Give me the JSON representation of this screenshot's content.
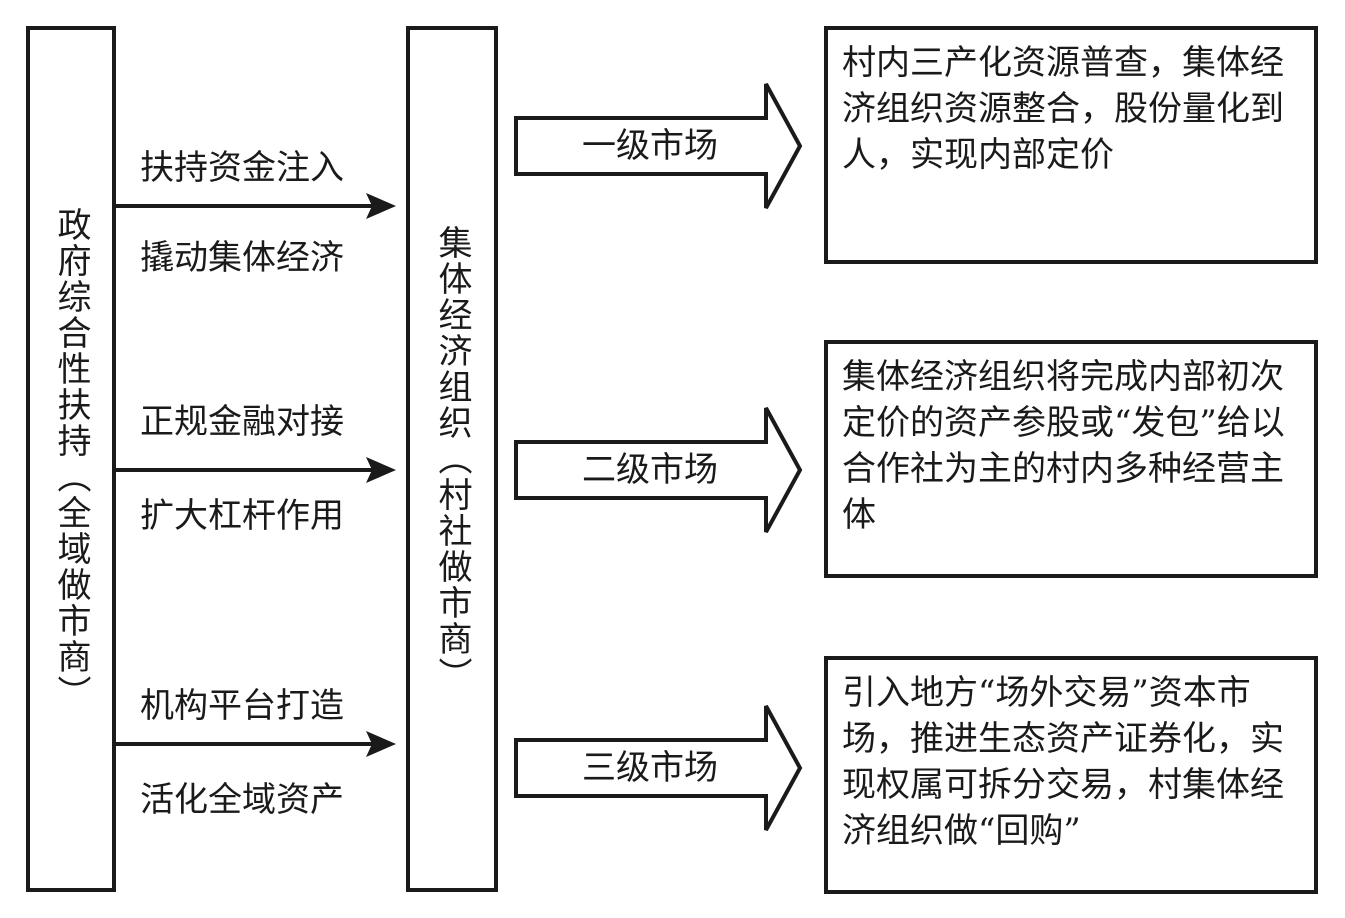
{
  "left_box": {
    "text": "政府综合性扶持（全域做市商）"
  },
  "middle_box": {
    "text": "集体经济组织（村社做市商）"
  },
  "connectors": [
    {
      "top_label": "扶持资金注入",
      "bottom_label": "撬动集体经济"
    },
    {
      "top_label": "正规金融对接",
      "bottom_label": "扩大杠杆作用"
    },
    {
      "top_label": "机构平台打造",
      "bottom_label": "活化全域资产"
    }
  ],
  "markets": [
    {
      "label": "一级市场",
      "description": "村内三产化资源普查，集体经济组织资源整合，股份量化到人，实现内部定价"
    },
    {
      "label": "二级市场",
      "description": "集体经济组织将完成内部初次定价的资产参股或“发包”给以合作社为主的村内多种经营主体"
    },
    {
      "label": "三级市场",
      "description": "引入地方“场外交易”资本市场，推进生态资产证券化，实现权属可拆分交易，村集体经济组织做“回购”"
    }
  ],
  "colors": {
    "stroke": "#1a1a1a",
    "background": "#ffffff"
  }
}
